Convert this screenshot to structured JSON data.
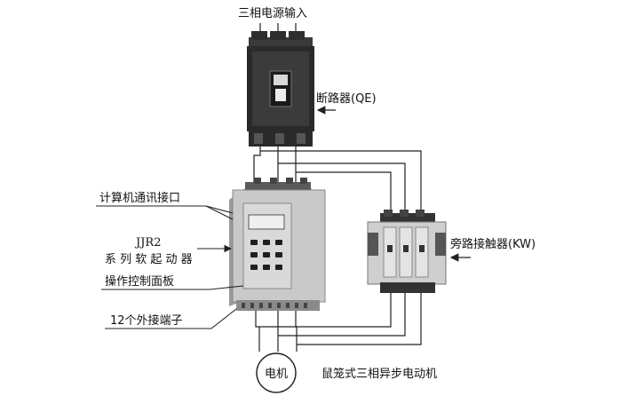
{
  "labels": {
    "power_input": "三相电源输入",
    "breaker": "断路器(QE)",
    "comm_port": "计算机通讯接口",
    "model_line1": "JJR2",
    "model_line2": "系 列 软 起 动 器",
    "control_panel": "操作控制面板",
    "terminals": "12个外接端子",
    "bypass_contactor": "旁路接触器(KW)",
    "motor_symbol": "电机",
    "motor_desc": "鼠笼式三相异步电动机"
  },
  "colors": {
    "device_gray": "#c9c9c9",
    "device_dark": "#2a2a2a",
    "line": "#222222"
  }
}
